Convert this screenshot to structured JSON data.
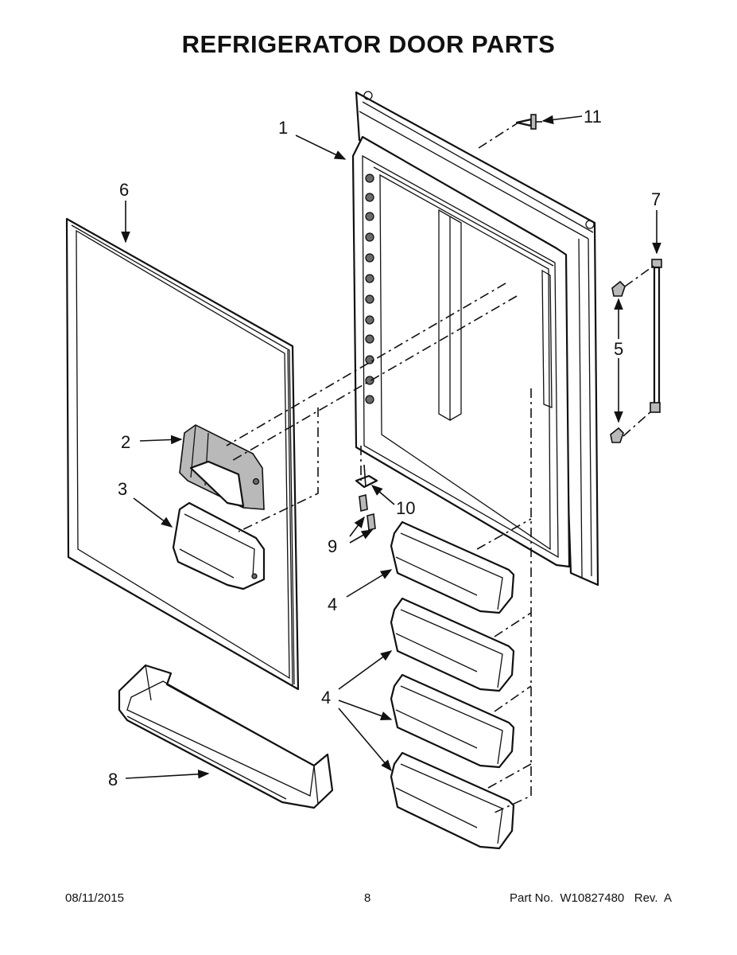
{
  "title": "REFRIGERATOR DOOR PARTS",
  "callouts": {
    "c1": "1",
    "c2": "2",
    "c3": "3",
    "c4a": "4",
    "c4b": "4",
    "c5": "5",
    "c6": "6",
    "c7": "7",
    "c8": "8",
    "c9": "9",
    "c10": "10",
    "c11": "11"
  },
  "footer": {
    "date": "08/11/2015",
    "page": "8",
    "part": "Part No.  W10827480   Rev.  A"
  }
}
